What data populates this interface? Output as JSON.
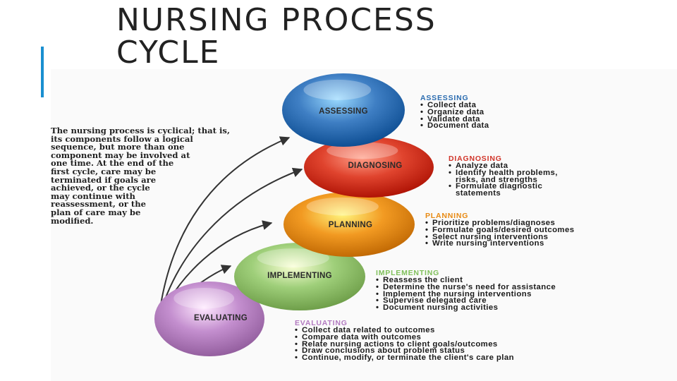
{
  "title_lines": [
    "NURSING PROCESS",
    "CYCLE"
  ],
  "intro_lines": [
    "The nursing process is cyclical; that is,",
    "its components follow a logical",
    "sequence, but more than one",
    "component may be involved at",
    "one time. At the end of the",
    "first cycle, care may be",
    "terminated if goals are",
    "achieved, or the cycle",
    "may continue with",
    "reassessment, or the",
    "plan of care may be",
    "modified."
  ],
  "steps": [
    {
      "label": "ASSESSING",
      "color": "#3f7fc4",
      "heading_color": "#2b6cb0",
      "items": [
        {
          "t": "Collect data"
        },
        {
          "t": "Organize data"
        },
        {
          "t": "Validate data"
        },
        {
          "t": "Document data"
        }
      ]
    },
    {
      "label": "DIAGNOSING",
      "color": "#e0442e",
      "heading_color": "#d1352a",
      "items": [
        {
          "t": "Analyze data"
        },
        {
          "t": "Identify health problems,"
        },
        {
          "t": "risks, and strengths",
          "cont": true
        },
        {
          "t": "Formulate diagnostic"
        },
        {
          "t": "statements",
          "cont": true
        }
      ]
    },
    {
      "label": "PLANNING",
      "color": "#f29a22",
      "heading_color": "#e88a12",
      "items": [
        {
          "t": "Prioritize problems/diagnoses"
        },
        {
          "t": "Formulate goals/desired outcomes"
        },
        {
          "t": "Select nursing interventions"
        },
        {
          "t": "Write nursing interventions"
        }
      ]
    },
    {
      "label": "IMPLEMENTING",
      "color": "#9fcf7a",
      "heading_color": "#7fbf5a",
      "items": [
        {
          "t": "Reassess the client"
        },
        {
          "t": "Determine the nurse's need for assistance"
        },
        {
          "t": "Implement the nursing interventions"
        },
        {
          "t": "Supervise delegated care"
        },
        {
          "t": "Document nursing activities"
        }
      ]
    },
    {
      "label": "EVALUATING",
      "color": "#c48fcf",
      "heading_color": "#b27ac0",
      "items": [
        {
          "t": "Collect data related to outcomes"
        },
        {
          "t": "Compare data with outcomes"
        },
        {
          "t": "Relate nursing actions to client goals/outcomes"
        },
        {
          "t": "Draw conclusions about problem status"
        },
        {
          "t": "Continue, modify, or terminate the client's care plan"
        }
      ]
    }
  ]
}
